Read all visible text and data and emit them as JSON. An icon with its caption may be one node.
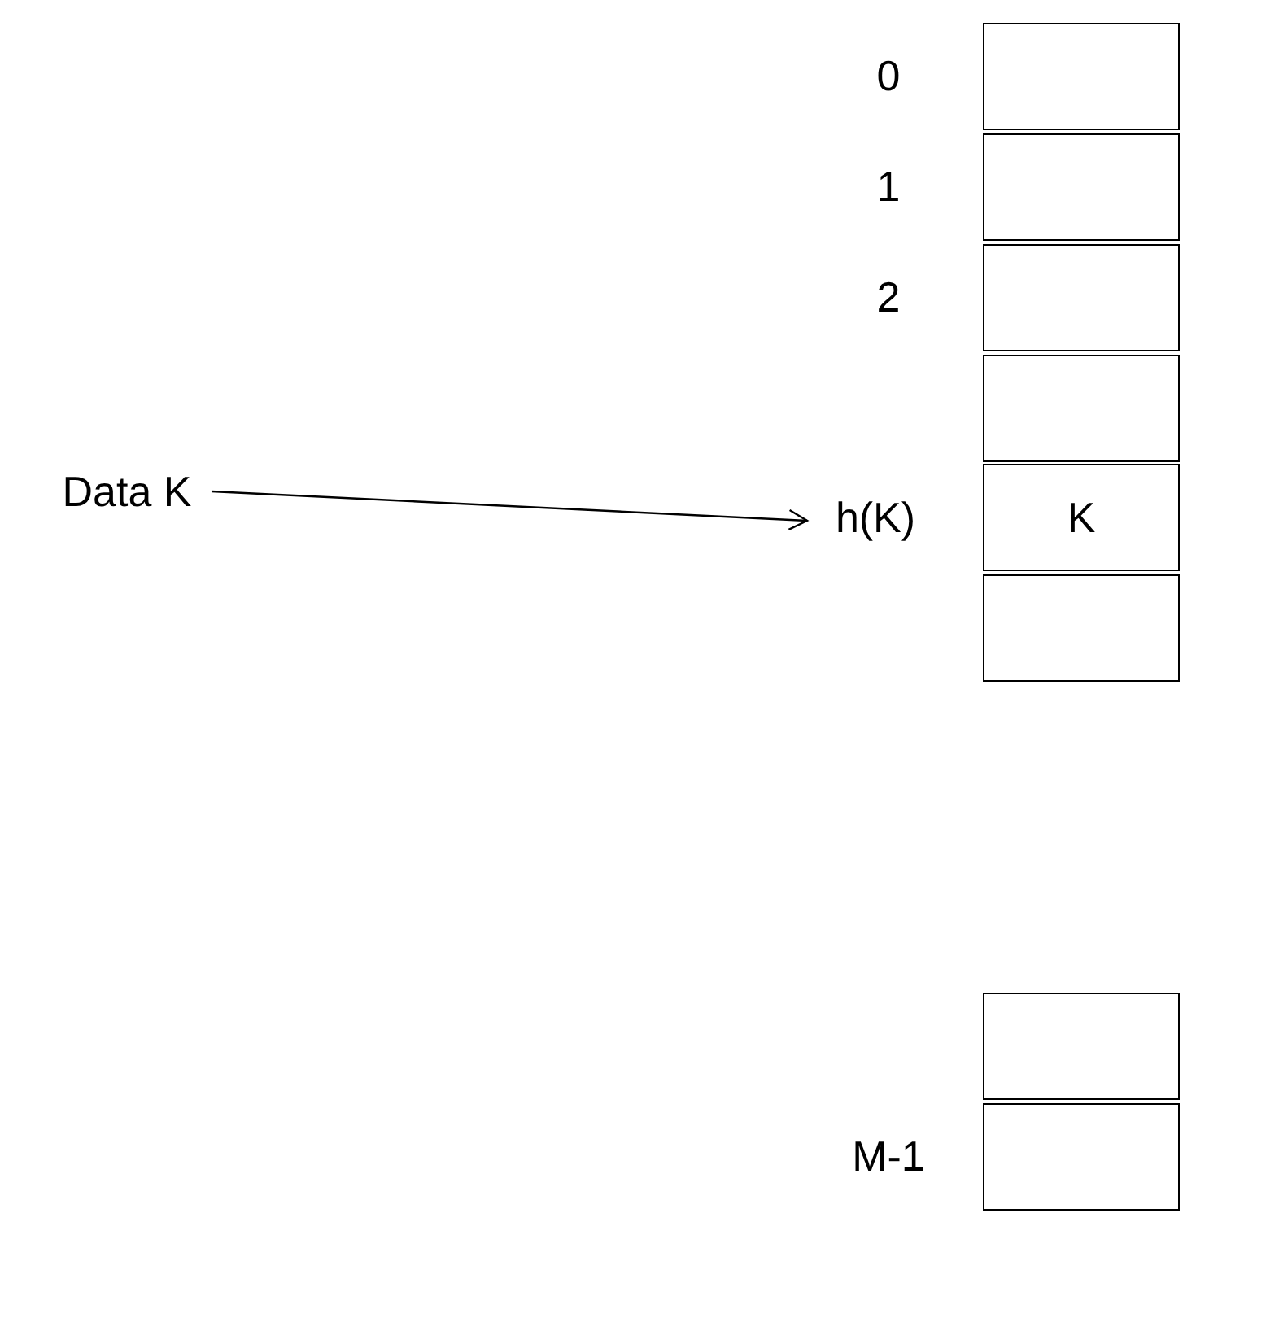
{
  "diagram": {
    "nodes": [
      {
        "text": [
          "Data K"
        ]
      },
      {
        "text": [
          "h(K)"
        ]
      },
      {
        "text": [],
        "shape": "box",
        "beside": [
          "0"
        ]
      },
      {
        "text": [],
        "shape": "box",
        "beside": [
          "1"
        ]
      },
      {
        "text": [],
        "shape": "box",
        "beside": [
          "2"
        ]
      },
      {
        "text": [],
        "shape": "box"
      },
      {
        "text": [
          "K"
        ]
      },
      {
        "text": [],
        "shape": "box"
      },
      {
        "text": [],
        "shape": "box"
      },
      {
        "text": [],
        "shape": "box",
        "beside": [
          "M-1"
        ]
      }
    ],
    "edges": [
      {
        "from": 0,
        "to": 1,
        "arrow": "to"
      }
    ]
  }
}
